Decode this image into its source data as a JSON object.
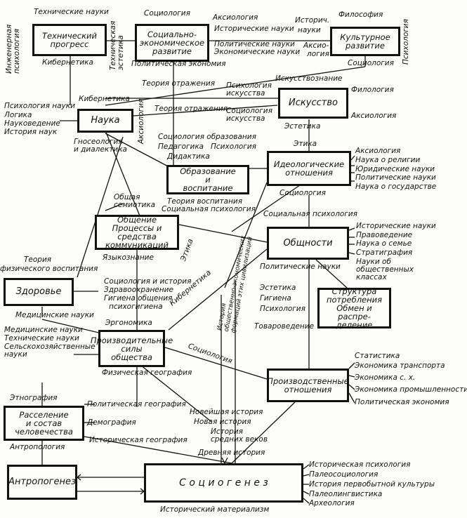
{
  "boxes": {
    "tech_progress": "Технический\nпрогресс",
    "socio_econ": "Социально-\nэкономическое\nразвитие",
    "cultural": "Культурное\nразвитие",
    "nauka": "Наука",
    "iskusstvo": "Искусство",
    "ideology": "Идеологические\nотношения",
    "education": "Образование\nи\nвоспитание",
    "obshchenie": "Общение\nПроцессы и средства\nкоммуникаций",
    "obshchnosti": "Общности",
    "health": "Здоровье",
    "struktura": "Структура\nпотребления\nОбмен и распре-\nделение",
    "prod_forces": "Производительные\nсилы\nобщества",
    "prod_relations": "Производственные\nотношения",
    "rasselenie": "Расселение\nи состав\nчеловечества",
    "anthropogenesis": "Антропогенез",
    "sociogenesis": "С о ц и о г е н е з"
  },
  "labels": {
    "tech_sciences_top": "Технические науки",
    "sociology_top": "Социология",
    "philosophy_top": "Философия",
    "eng_psych": "Инженерная\nпсихология",
    "tech_aesthetics": "Техническая\nэстетика",
    "cybernetics_1": "Кибернетика",
    "axiology_top": "Аксиология",
    "hist_sciences_top": "Исторические науки",
    "history_frag": "Историч.",
    "nauki_frag": "науки",
    "pol_sciences_top": "Политические науки",
    "econ_sciences_top": "Экономические науки",
    "axio_frag": "Аксио-",
    "logia_frag": "логия",
    "pol_economy_top": "Политическая экономия",
    "sociology_right": "Социология",
    "psychology_right": "Психология",
    "reflection_theory_1": "Теория отражения",
    "art_studies": "Искусствознание",
    "psych_art": "Психология\nискусства",
    "philology": "Филология",
    "cybernetics_2": "Кибернетика",
    "psych_science": "Психология науки",
    "logic": "Логика",
    "science_studies": "Науковедение",
    "hist_science": "История наук",
    "axiology_vert": "Аксиология",
    "reflection_theory_2": "Теория отражения",
    "socio_art": "Социология\nискусства",
    "axiology_right": "Аксиология",
    "socio_edu": "Социология образования",
    "aesthetics_1": "Эстетика",
    "pedagogy": "Педагогика",
    "psychology_mid": "Психология",
    "gnoseology": "Гносеология\nи диалектика",
    "didactics": "Дидактика",
    "ethics_1": "Этика",
    "axiology_ideo": "Аксиология",
    "sci_religion": "Наука о религии",
    "legal_sci": "Юридические науки",
    "pol_sci_ideo": "Политические науки",
    "sci_state": "Наука о государстве",
    "general_semiotics": "Общая\nсемиотика",
    "sociology_ideo": "Социология",
    "upbringing_theory": "Теория воспитания",
    "social_psych_1": "Социальная психология",
    "social_psych_2": "Социальная психология",
    "hist_sci_obsh": "Исторические науки",
    "law_studies": "Правоведение",
    "family_sci": "Наука о семье",
    "stratigraphy": "Стратиграфия",
    "social_classes_sci": "Науки об общественных классах",
    "theory": "Теория",
    "phys_edu": "физического воспитания",
    "linguistics": "Языкознание",
    "ethics_vert": "Этика",
    "cybernetics_diag": "Кибернетика",
    "history_socio_econ": "История\nобщественно-экономических\nформаций этих цивилизаций",
    "pol_sci_obsh": "Политические науки",
    "socio_history": "Социология и история",
    "public_health": "Здравоохранение",
    "hygiene_comm": "Гигиена общения",
    "psychohygiene": "психогигиена",
    "aesthetics_2": "Эстетика",
    "hygiene": "Гигиена",
    "psychology_2": "Психология",
    "merchandise": "Товароведение",
    "medical_sciences_1": "Медицинские науки",
    "ergonomics": "Эргономика",
    "medical_sciences_2": "Медицинские науки",
    "tech_sciences_2": "Технические науки",
    "agri_sciences": "Сельскохозяйственные\nнауки",
    "sociology_diag": "Социология",
    "phys_geo": "Физическая география",
    "statistics": "Статистика",
    "transport_econ": "Экономика транспорта",
    "agri_econ": "Экономика с. х.",
    "industry_econ": "Экономика промышленности",
    "pol_economy_2": "Политическая экономия",
    "ethnography": "Этнография",
    "pol_geo": "Политическая география",
    "demography": "Демография",
    "newest_history": "Новейшая история",
    "modern_history": "Новая история",
    "medieval_history": "История\nсредних веков",
    "hist_geo": "Историческая география",
    "ancient_history": "Древняя история",
    "anthropology": "Антропология",
    "hist_psych": "Историческая психология",
    "paleosociology": "Палеосоциология",
    "primitive_culture": "История первобытной культуры",
    "paleolinguistics": "Палеолингвистика",
    "archaeology": "Археология",
    "hist_materialism": "Исторический материализм"
  }
}
